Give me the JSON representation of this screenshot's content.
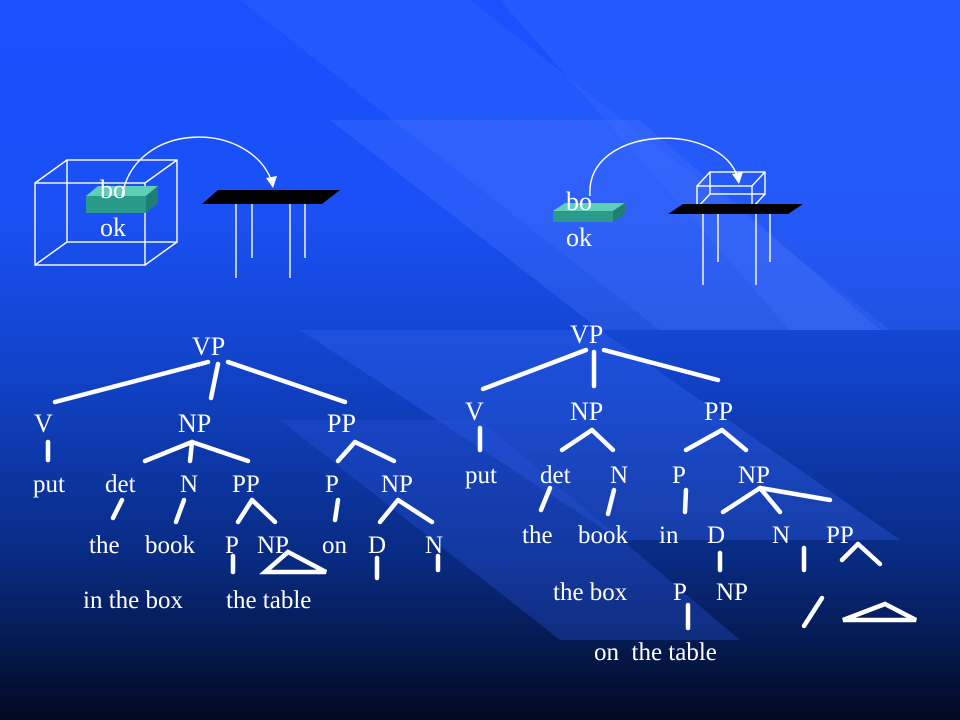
{
  "colors": {
    "background_top": "#1a50ff",
    "background_bottom": "#020a22",
    "book": "#2a9a8a",
    "table": "#000000",
    "lines": "#ffffff"
  },
  "left": {
    "book_label_1": "bo",
    "book_label_2": "ok",
    "tree": {
      "vp": "VP",
      "v": "V",
      "np": "NP",
      "pp": "PP",
      "put": "put",
      "det": "det",
      "n": "N",
      "pp2": "PP",
      "p": "P",
      "np2": "NP",
      "the": "the",
      "book": "book",
      "p2": "P",
      "np3": "NP",
      "on": "on",
      "d": "D",
      "n2": "N",
      "in_the_box": "in the box",
      "the_table": "the table"
    }
  },
  "right": {
    "book_label_1": "bo",
    "book_label_2": "ok",
    "tree": {
      "vp": "VP",
      "v": "V",
      "np": "NP",
      "pp": "PP",
      "put": "put",
      "det": "det",
      "n": "N",
      "p": "P",
      "np2": "NP",
      "the": "the",
      "book": "book",
      "in": "in",
      "d": "D",
      "n2": "N",
      "pp2": "PP",
      "the_box": "the box",
      "p2": "P",
      "np3": "NP",
      "on_the_table": "on  the table"
    }
  }
}
